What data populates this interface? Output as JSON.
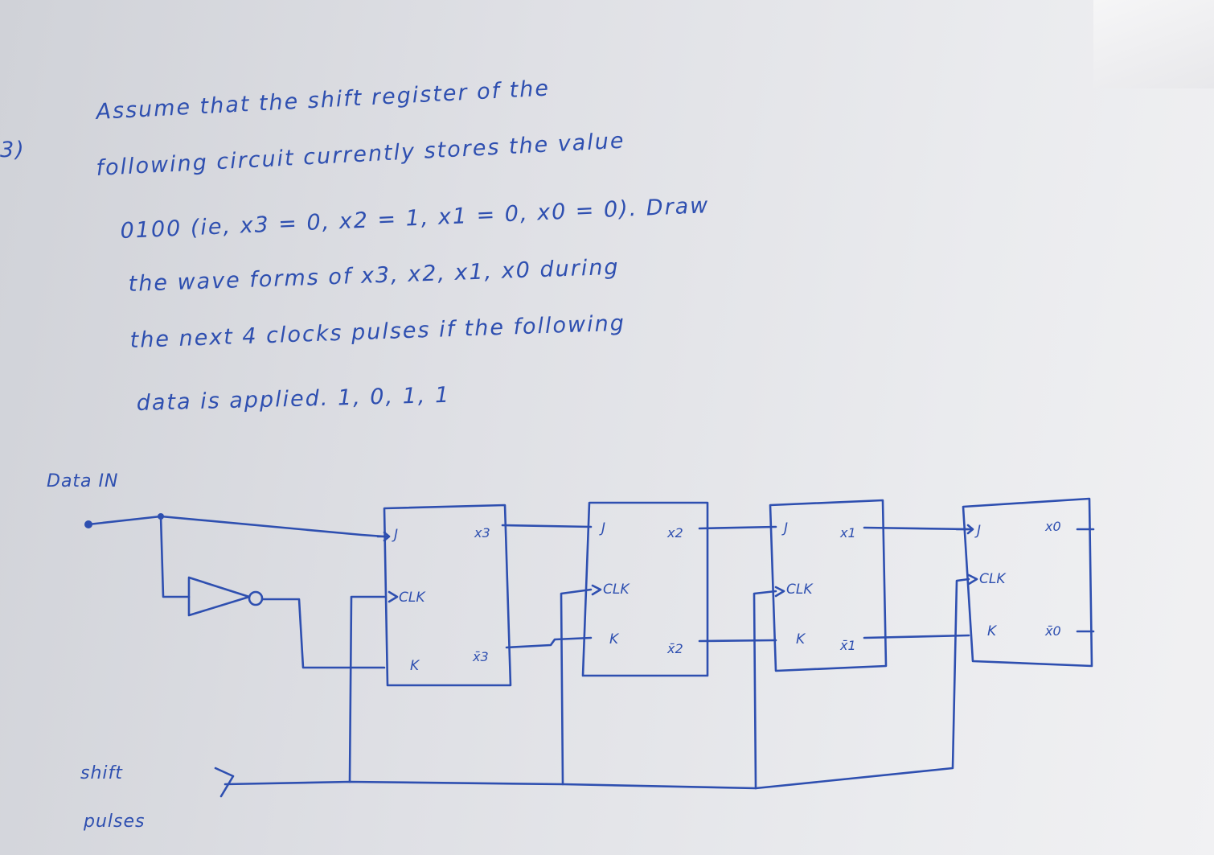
{
  "problem": {
    "number": "3)",
    "lines": [
      "Assume that the shift register of the",
      "following circuit currently stores the value",
      "0100 (ie, x3 = 0, x2 = 1, x1 = 0, x0 = 0). Draw",
      "the wave forms of x3, x2, x1, x0 during",
      "the next 4 clocks pulses if the following",
      "data is applied. 1, 0, 1, 1"
    ]
  },
  "circuit": {
    "data_in_label": "Data IN",
    "shift_label_1": "shift",
    "shift_label_2": "pulses",
    "flipflops": [
      {
        "j": "J",
        "clk": "CLK",
        "k": "K",
        "q": "x3",
        "qbar": "x̄3"
      },
      {
        "j": "J",
        "clk": "CLK",
        "k": "K",
        "q": "x2",
        "qbar": "x̄2"
      },
      {
        "j": "J",
        "clk": "CLK",
        "k": "K",
        "q": "x1",
        "qbar": "x̄1"
      },
      {
        "j": "J",
        "clk": "CLK",
        "k": "K",
        "q": "x0",
        "qbar": "x̄0"
      }
    ]
  },
  "colors": {
    "ink": "#2e4fb0",
    "paper": "#e6e7ea"
  }
}
